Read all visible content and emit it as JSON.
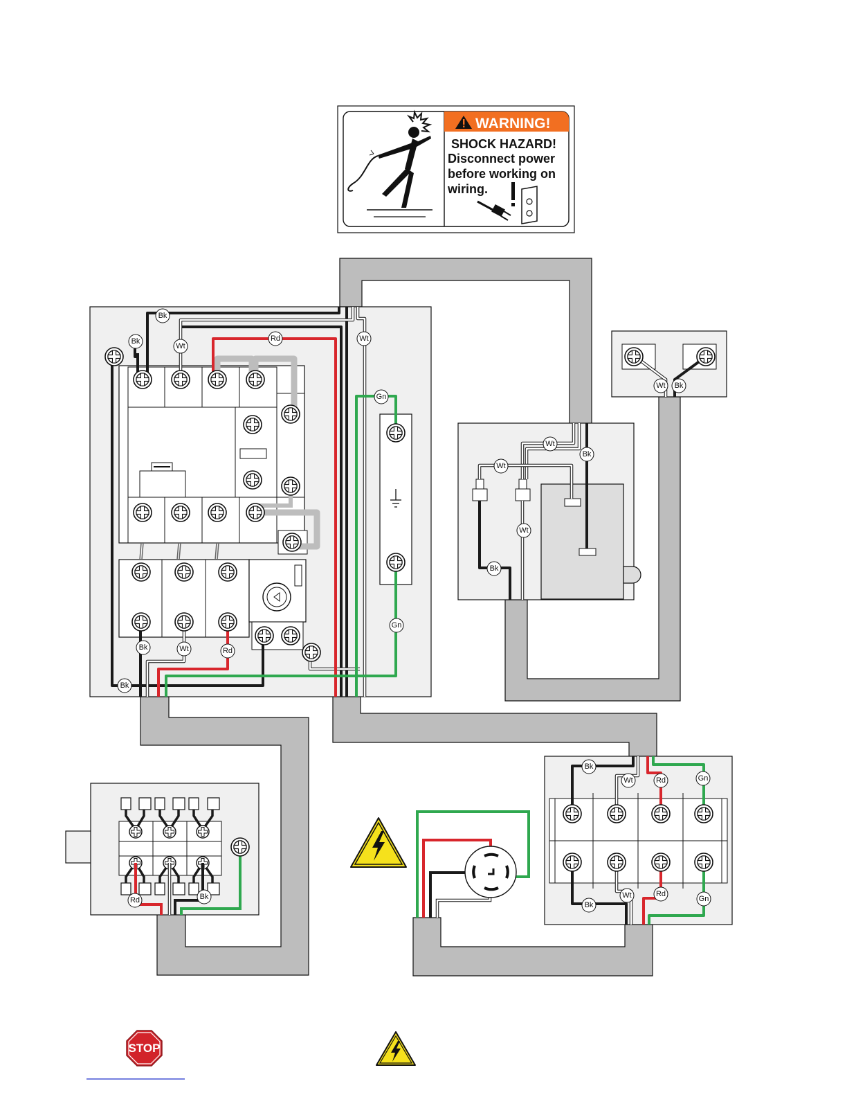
{
  "warning_label": {
    "header": "WARNING!",
    "line1": "SHOCK HAZARD!",
    "line2": "Disconnect power",
    "line3": "before working on",
    "line4": "wiring."
  },
  "stop_sign": {
    "text": "STOP"
  },
  "wire_labels": {
    "black": "Bk",
    "white": "Wt",
    "red": "Rd",
    "green": "Gn"
  },
  "colors": {
    "black_wire": "#1a1a1a",
    "white_wire": "#ffffff",
    "red_wire": "#d8262c",
    "green_wire": "#2fa84f",
    "conduit": "#bdbdbd",
    "panel": "#f0f0f0",
    "warning_orange": "#f26f21",
    "hazard_yellow": "#f5e11c",
    "stop_red": "#d2232a"
  },
  "icons": [
    "shock-figure-icon",
    "plug-icon",
    "outlet-icon",
    "hazard-triangle-icon",
    "stop-sign-icon",
    "ground-symbol-icon",
    "dial-icon",
    "twist-lock-receptacle-icon"
  ]
}
